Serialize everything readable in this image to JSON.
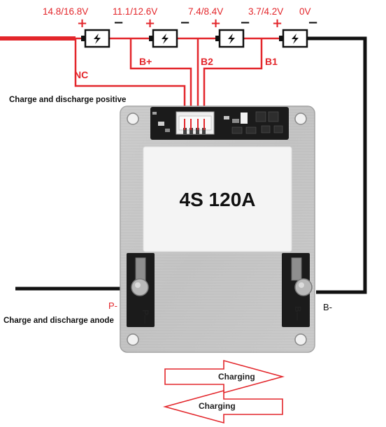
{
  "cell_voltages": [
    "14.8/16.8V",
    "11.1/12.6V",
    "7.4/8.4V",
    "3.7/4.2V",
    "0V"
  ],
  "battery": {
    "plus_sign": "+",
    "minus_sign": "−",
    "icon": "lightning-bolt-icon"
  },
  "taps": {
    "nc": "NC",
    "b_plus": "B+",
    "b2": "B2",
    "b1": "B1"
  },
  "captions": {
    "charge_positive": "Charge and discharge positive",
    "charge_anode": "Charge and discharge anode"
  },
  "terminals": {
    "p_minus": "P-",
    "b_minus": "B-"
  },
  "board": {
    "model": "4S 120A",
    "pad_left": "P—",
    "pad_right": "B—",
    "color_plate": "#c9c9c9",
    "color_pcb": "#1b1b1b"
  },
  "arrows": {
    "charging_right": "Charging",
    "charging_left": "Charging"
  },
  "colors": {
    "wire_red": "#e3262b",
    "wire_black": "#111111",
    "arrow_red": "#e3262b"
  }
}
